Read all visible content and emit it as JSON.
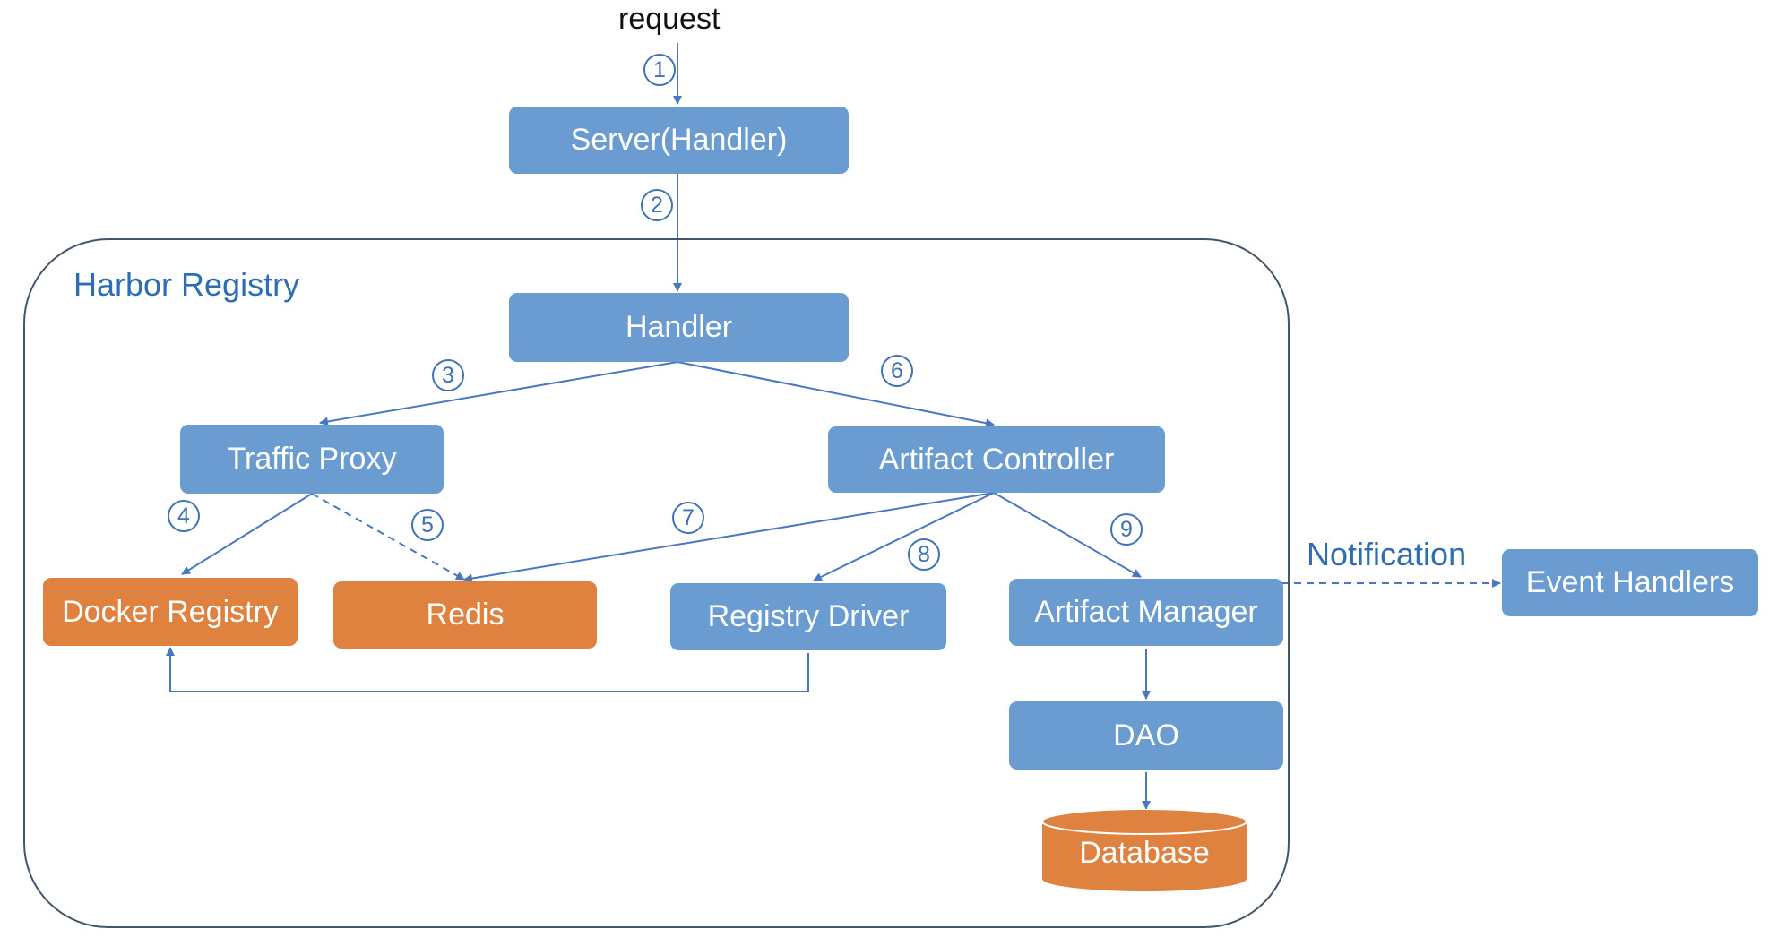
{
  "request_label": "request",
  "container_label": "Harbor Registry",
  "notification_label": "Notification",
  "nodes": {
    "server_handler": "Server(Handler)",
    "handler": "Handler",
    "traffic_proxy": "Traffic Proxy",
    "artifact_controller": "Artifact Controller",
    "docker_registry": "Docker Registry",
    "redis": "Redis",
    "registry_driver": "Registry Driver",
    "artifact_manager": "Artifact Manager",
    "dao": "DAO",
    "database": "Database",
    "event_handlers": "Event Handlers"
  },
  "steps": {
    "s1": "1",
    "s2": "2",
    "s3": "3",
    "s4": "4",
    "s5": "5",
    "s6": "6",
    "s7": "7",
    "s8": "8",
    "s9": "9"
  },
  "colors": {
    "service_box": "#6a9bd1",
    "storage_box": "#e0823f",
    "accent_text": "#2e6db4",
    "connector": "#4a78c0",
    "container_border": "#44546a"
  }
}
